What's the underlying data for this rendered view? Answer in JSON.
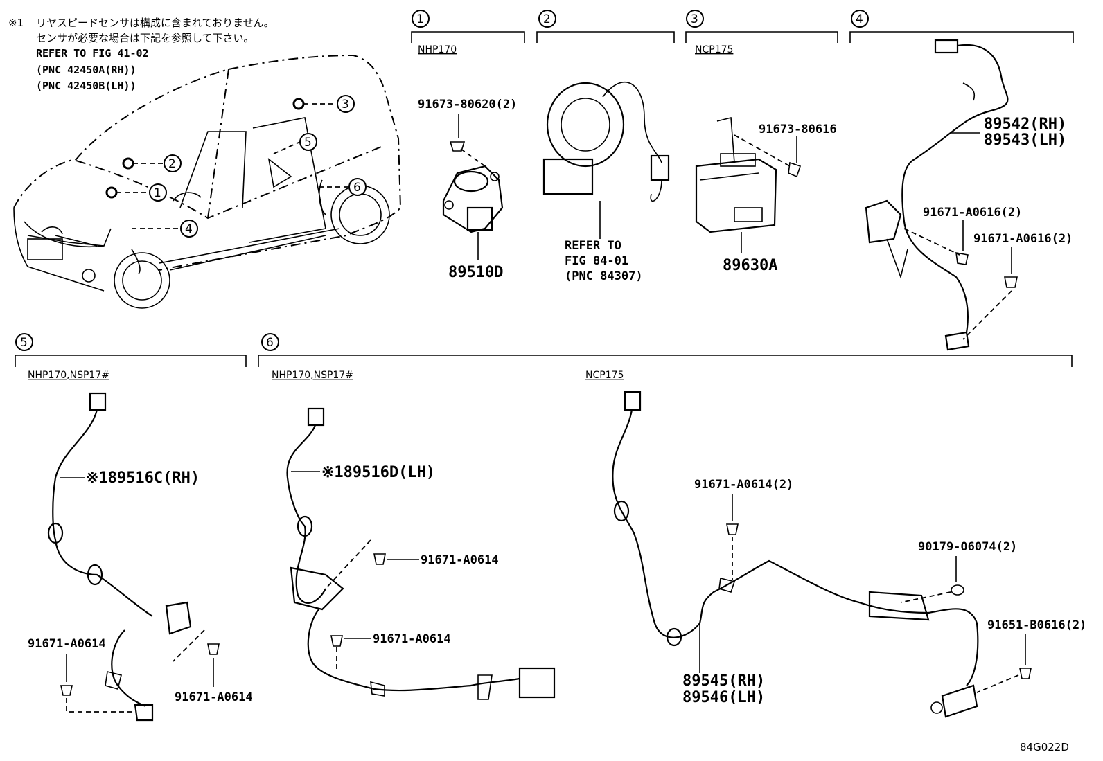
{
  "notes": {
    "line1_mark": "※1",
    "line1": "リヤスピードセンサは構成に含まれておりません。",
    "line2": "センサが必要な場合は下記を参照して下さい。",
    "line3": "REFER TO FIG 41-02",
    "line4": "(PNC 42450A(RH))",
    "line5": "(PNC 42450B(LH))"
  },
  "overview_callouts": [
    "1",
    "2",
    "3",
    "4",
    "5",
    "6"
  ],
  "sections": {
    "s1": {
      "index": "1",
      "model": "NHP170",
      "bolt": "91673-80620(2)",
      "part": "89510D"
    },
    "s2": {
      "index": "2",
      "refer1": "REFER TO",
      "refer2": "FIG 84-01",
      "refer3": "(PNC 84307)"
    },
    "s3": {
      "index": "3",
      "model": "NCP175",
      "bolt": "91673-80616",
      "part": "89630A"
    },
    "s4": {
      "index": "4",
      "part_rh": "89542(RH)",
      "part_lh": "89543(LH)",
      "bolt_a": "91671-A0616(2)",
      "bolt_b": "91671-A0616(2)"
    },
    "s5": {
      "index": "5",
      "model": "NHP170,NSP17#",
      "part": "※189516C(RH)",
      "bolt_a": "91671-A0614",
      "bolt_b": "91671-A0614"
    },
    "s6": {
      "index": "6",
      "model_a": "NHP170,NSP17#",
      "model_b": "NCP175",
      "part": "※189516D(LH)",
      "bolt_a": "91671-A0614",
      "bolt_b": "91671-A0614",
      "bolt_c": "91671-A0614(2)",
      "nut": "90179-06074(2)",
      "bolt_d": "91651-B0616(2)",
      "part_rh": "89545(RH)",
      "part_lh": "89546(LH)"
    }
  },
  "figure_code": "84G022D"
}
